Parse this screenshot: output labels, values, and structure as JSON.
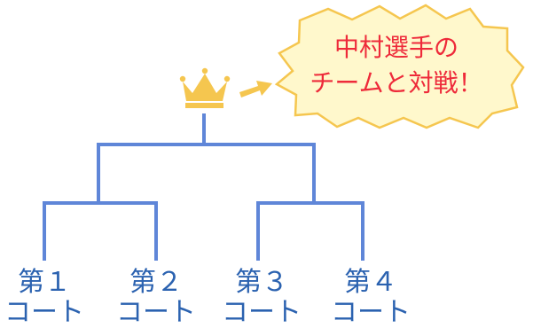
{
  "callout": {
    "line1": "中村選手の",
    "line2": "チームと対戦！"
  },
  "courts": [
    {
      "number": "第１",
      "label": "コート"
    },
    {
      "number": "第２",
      "label": "コート"
    },
    {
      "number": "第３",
      "label": "コート"
    },
    {
      "number": "第４",
      "label": "コート"
    }
  ],
  "colors": {
    "bracket": "#5f86d8",
    "crown": "#f5c64f",
    "arrow": "#f5c64f",
    "callout_fill": "#fff8cc",
    "callout_stroke": "#f5c64f",
    "callout_text": "#ee2a3a",
    "court_text": "#2b62b0"
  },
  "icons": {
    "crown": "crown-icon",
    "arrow": "arrow-right-icon"
  }
}
